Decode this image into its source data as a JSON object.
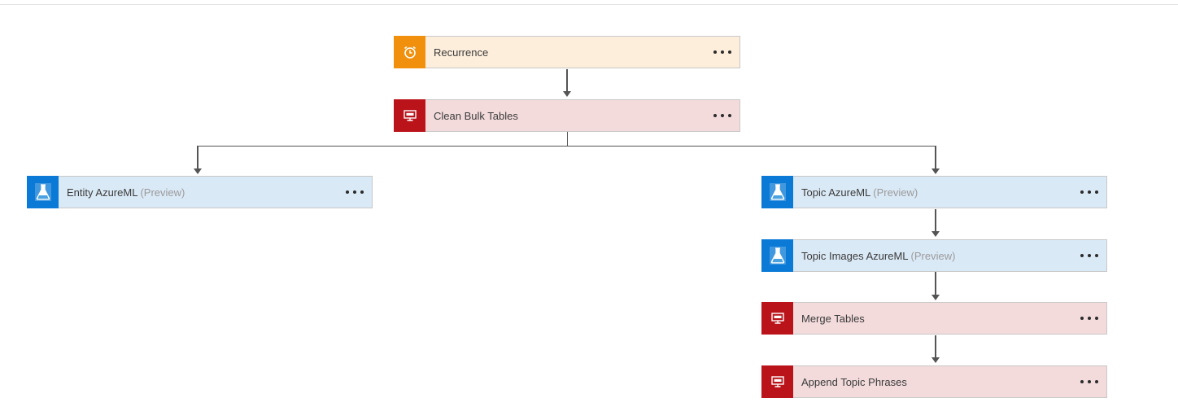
{
  "steps": {
    "recurrence": {
      "label": "Recurrence",
      "icon": "alarm-clock-icon"
    },
    "clean_bulk_tables": {
      "label": "Clean Bulk Tables",
      "icon": "sql-icon"
    },
    "entity_azureml": {
      "label": "Entity AzureML",
      "tag": "(Preview)",
      "icon": "flask-icon"
    },
    "topic_azureml": {
      "label": "Topic AzureML",
      "tag": "(Preview)",
      "icon": "flask-icon"
    },
    "topic_images_azureml": {
      "label": "Topic Images AzureML",
      "tag": "(Preview)",
      "icon": "flask-icon"
    },
    "merge_tables": {
      "label": "Merge Tables",
      "icon": "sql-icon"
    },
    "append_topic_phrases": {
      "label": "Append Topic Phrases",
      "icon": "sql-icon"
    }
  },
  "colors": {
    "recurrence_accent": "#f0900c",
    "recurrence_bg": "#fdeedb",
    "sql_accent": "#ba141a",
    "sql_bg": "#f3dbdc",
    "ml_accent": "#0a7ad6",
    "ml_bg": "#dae9f6",
    "connector": "#545454"
  }
}
